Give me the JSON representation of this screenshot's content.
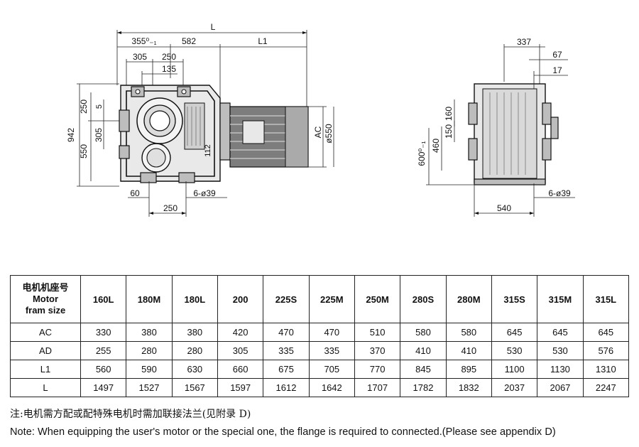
{
  "drawing": {
    "front_view": {
      "L": "L",
      "d_355": "355⁰₋₁",
      "d_582": "582",
      "L1": "L1",
      "d_305_top": "305",
      "d_250_top": "250",
      "d_135": "135",
      "d_250_left": "250",
      "d_5": "5",
      "d_942": "942",
      "d_305_left": "305",
      "d_550": "550",
      "d_112": "112",
      "AC": "AC",
      "d_phi550": "ø550",
      "d_60": "60",
      "holes": "6-ø39",
      "d_250_bottom": "250"
    },
    "side_view": {
      "d_337": "337",
      "d_67": "67",
      "d_17": "17",
      "d_160": "160",
      "d_150": "150",
      "d_460": "460",
      "d_600": "600⁰₋₁",
      "holes": "6-ø39",
      "d_540": "540"
    }
  },
  "table": {
    "header_label": [
      "电机机座号",
      "Motor",
      "fram size"
    ],
    "frame_sizes": [
      "160L",
      "180M",
      "180L",
      "200",
      "225S",
      "225M",
      "250M",
      "280S",
      "280M",
      "315S",
      "315M",
      "315L"
    ],
    "rows": [
      {
        "label": "AC",
        "values": [
          "330",
          "380",
          "380",
          "420",
          "470",
          "470",
          "510",
          "580",
          "580",
          "645",
          "645",
          "645"
        ]
      },
      {
        "label": "AD",
        "values": [
          "255",
          "280",
          "280",
          "305",
          "335",
          "335",
          "370",
          "410",
          "410",
          "530",
          "530",
          "576"
        ]
      },
      {
        "label": "L1",
        "values": [
          "560",
          "590",
          "630",
          "660",
          "675",
          "705",
          "770",
          "845",
          "895",
          "1100",
          "1130",
          "1310"
        ]
      },
      {
        "label": "L",
        "values": [
          "1497",
          "1527",
          "1567",
          "1597",
          "1612",
          "1642",
          "1707",
          "1782",
          "1832",
          "2037",
          "2067",
          "2247"
        ]
      }
    ]
  },
  "notes": {
    "cn": "注:电机需方配或配特殊电机时需加联接法兰(见附录 D)",
    "en": "Note: When equipping the user's motor or the special one, the flange is required to connected.(Please see appendix D)"
  }
}
